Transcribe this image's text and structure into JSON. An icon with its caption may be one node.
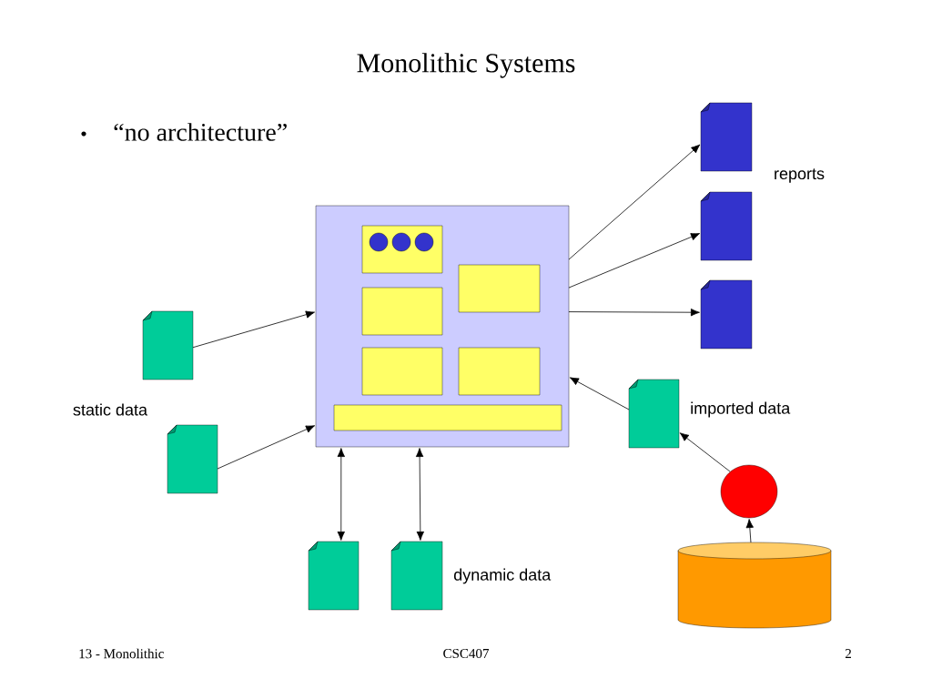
{
  "diagram": {
    "title": "Monolithic Systems",
    "nodes": [
      {
        "text": [],
        "shape": "box"
      },
      {
        "text": [],
        "shape": "box",
        "in": 0
      },
      {
        "text": [],
        "shape": "circle",
        "in": 1
      },
      {
        "text": [],
        "shape": "circle",
        "in": 1
      },
      {
        "text": [],
        "shape": "circle",
        "in": 1
      },
      {
        "text": [],
        "shape": "box",
        "in": 0
      },
      {
        "text": [],
        "shape": "box",
        "in": 0
      },
      {
        "text": [],
        "shape": "box",
        "in": 0
      },
      {
        "text": [],
        "shape": "box",
        "in": 0
      },
      {
        "text": [],
        "shape": "box",
        "in": 0
      },
      {
        "text": [],
        "shape": "document"
      },
      {
        "text": [],
        "shape": "document"
      },
      {
        "text": [],
        "shape": "document"
      },
      {
        "text": [],
        "shape": "document"
      },
      {
        "text": [],
        "shape": "document"
      },
      {
        "text": [],
        "shape": "document",
        "beside": [
          "imported data"
        ]
      },
      {
        "text": [],
        "shape": "circle"
      },
      {
        "text": [],
        "shape": "cylinder"
      },
      {
        "text": [],
        "shape": "document"
      },
      {
        "text": [],
        "shape": "document",
        "beside": [
          "dynamic data"
        ]
      }
    ],
    "edges": [
      {
        "from": 0,
        "to": 10,
        "arrow": "to"
      },
      {
        "from": 0,
        "to": 11,
        "arrow": "to"
      },
      {
        "from": 0,
        "to": 12,
        "arrow": "to"
      },
      {
        "from": 13,
        "to": 0,
        "arrow": "to"
      },
      {
        "from": 14,
        "to": 0,
        "arrow": "to"
      },
      {
        "from": 15,
        "to": 0,
        "arrow": "to"
      },
      {
        "from": 16,
        "to": 15,
        "arrow": "to"
      },
      {
        "from": 17,
        "to": 16,
        "arrow": "to"
      },
      {
        "from": 18,
        "to": 0,
        "arrow": "both"
      },
      {
        "from": 19,
        "to": 0,
        "arrow": "both"
      }
    ],
    "labels": [
      "“no architecture”",
      "reports",
      "static data",
      "13 - Monolithic",
      "CSC407",
      "2"
    ]
  }
}
